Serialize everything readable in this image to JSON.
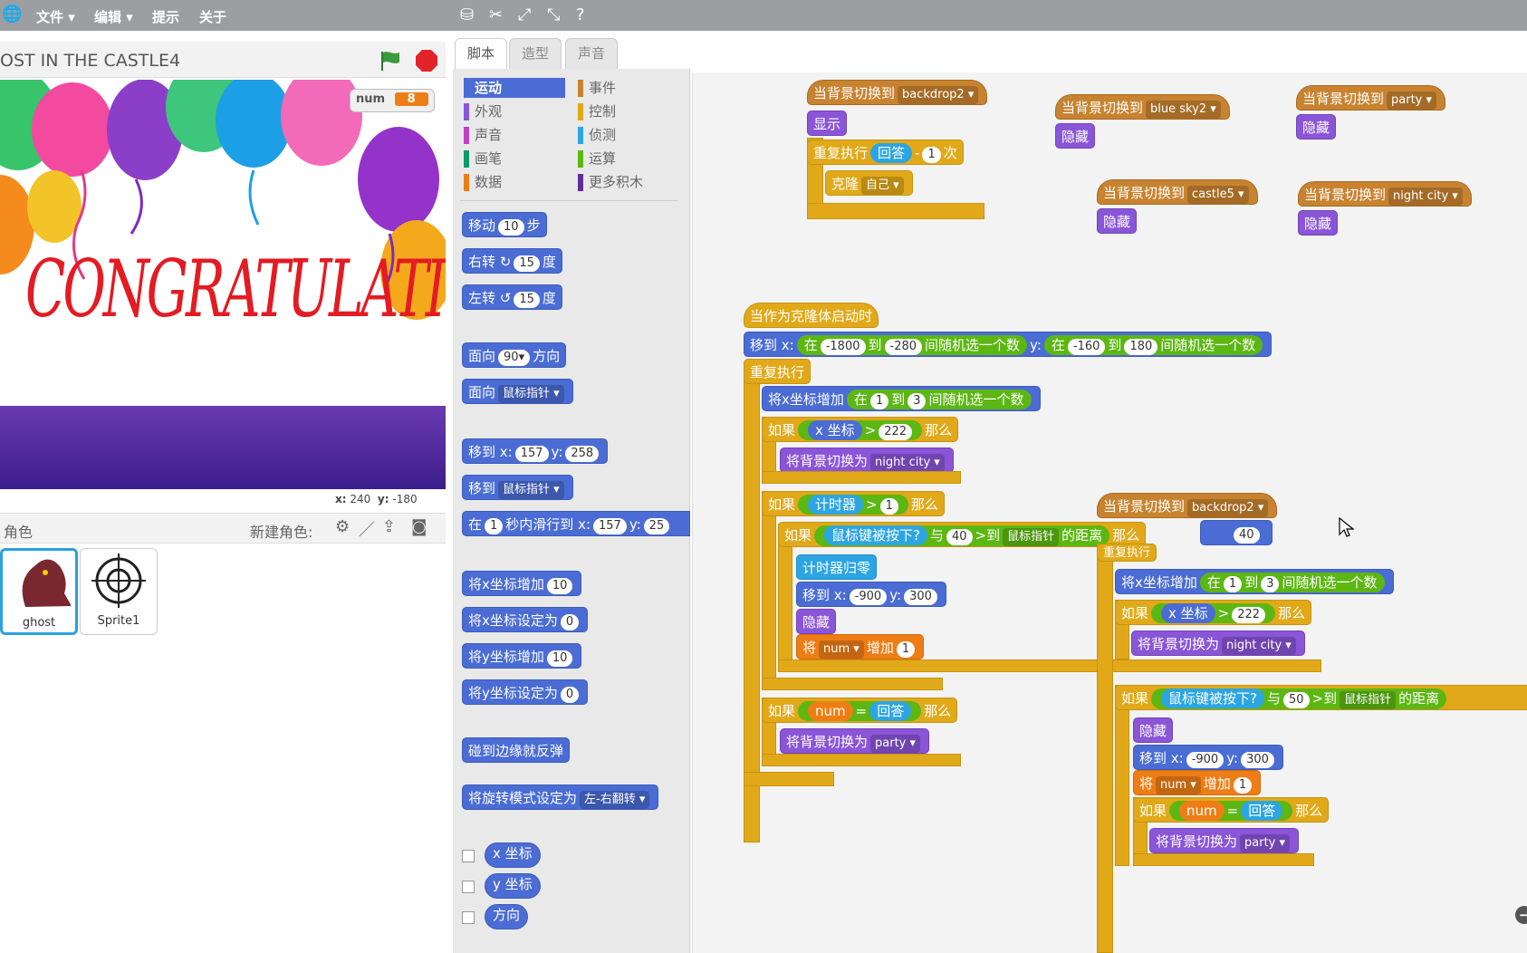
{
  "menubar": {
    "file": "文件",
    "edit": "编辑",
    "tips": "提示",
    "about": "关于"
  },
  "stage": {
    "title": "OST IN THE CASTLE4",
    "banner": "CONGRATULATION",
    "var_name": "num",
    "var_value": "8",
    "x_label": "x:",
    "x_value": "240",
    "y_label": "y:",
    "y_value": "-180"
  },
  "sprites": {
    "header": "角色",
    "new_sprite": "新建角色:",
    "items": [
      {
        "name": "ghost"
      },
      {
        "name": "Sprite1"
      }
    ]
  },
  "tabs": [
    {
      "label": "脚本"
    },
    {
      "label": "造型"
    },
    {
      "label": "声音"
    }
  ],
  "categories": {
    "left": [
      "运动",
      "外观",
      "声音",
      "画笔",
      "数据"
    ],
    "right": [
      "事件",
      "控制",
      "侦测",
      "运算",
      "更多积木"
    ]
  },
  "palette": {
    "move": "移动",
    "steps": "10",
    "steps_unit": "步",
    "turn_right": "右转",
    "turn_left": "左转",
    "deg": "15",
    "deg_unit": "度",
    "face": "面向",
    "dir": "90",
    "dir_unit": "方向",
    "face2": "面向",
    "mouse": "鼠标指针",
    "goto": "移到 x:",
    "x": "157",
    "y_lbl": "y:",
    "y": "258",
    "goto2": "移到",
    "glide_in": "在",
    "glide_secs": "1",
    "glide_txt": "秒内滑行到 x:",
    "glide_y": "25",
    "change_x": "将x坐标增加",
    "change_x_v": "10",
    "set_x": "将x坐标设定为",
    "set_x_v": "0",
    "change_y": "将y坐标增加",
    "change_y_v": "10",
    "set_y": "将y坐标设定为",
    "set_y_v": "0",
    "bounce": "碰到边缘就反弹",
    "rot": "将旋转模式设定为",
    "rot_v": "左-右翻转",
    "rep_x": "x 坐标",
    "rep_y": "y 坐标",
    "rep_dir": "方向"
  },
  "scripts": {
    "when_bd": "当背景切换到",
    "bd2": "backdrop2",
    "show": "显示",
    "repeat": "重复执行",
    "answer": "回答",
    "minus": "-",
    "one": "1",
    "times": "次",
    "clone": "克隆",
    "self": "自己",
    "bluesky": "blue sky2",
    "hide": "隐藏",
    "castle": "castle5",
    "party": "party",
    "night": "night city",
    "clone_start": "当作为克隆体启动时",
    "goto_x": "移到 x:",
    "in": "在",
    "x1": "-1800",
    "to": "到",
    "x2": "-280",
    "rand": "间随机选一个数",
    "y_lbl": "y:",
    "y1": "-160",
    "y2": "180",
    "forever": "重复执行",
    "chg_x": "将x坐标增加",
    "r1": "1",
    "r3": "3",
    "if": "如果",
    "xpos": "x 坐标",
    "gt": ">",
    "v222": "222",
    "then": "那么",
    "switch": "将背景切换为",
    "timer": "计时器",
    "one_b": "1",
    "mouse_down": "鼠标键被按下?",
    "and": "与",
    "v40": "40",
    "to_mouse": "到",
    "mouse": "鼠标指针",
    "dist": "的距离",
    "reset_timer": "计时器归零",
    "nx": "-900",
    "ny": "300",
    "change": "将",
    "num": "num",
    "add": "增加",
    "eq": "=",
    "v50": "50",
    "hat2_val": "40",
    "forever_ghost": "重复执行"
  }
}
